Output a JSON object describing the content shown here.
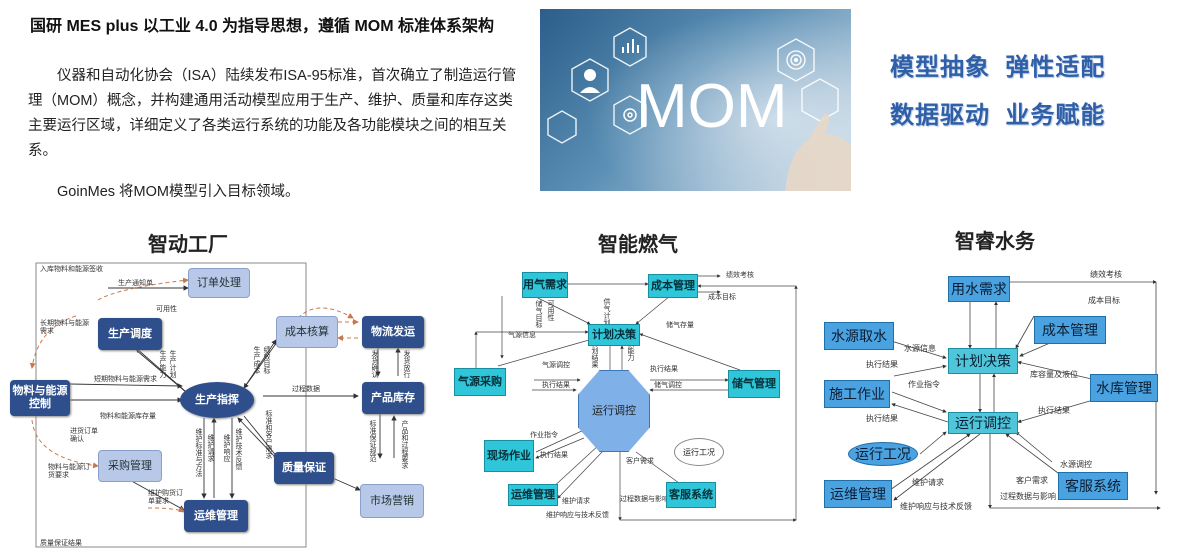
{
  "header": {
    "title": "国研 MES plus 以工业 4.0 为指导思想，遵循 MOM 标准体系架构",
    "paragraph1": "仪器和自动化协会（ISA）陆续发布ISA-95标准，首次确立了制造运行管理（MOM）概念，并构建通用活动模型应用于生产、维护、质量和库存这类主要运行区域，详细定义了各类运行系统的功能及各功能模块之间的相互关系。",
    "paragraph2": "GoinMes 将MOM模型引入目标领域。"
  },
  "photo": {
    "text": "MOM"
  },
  "slogans": {
    "line1": "模型抽象  弹性适配",
    "line2": "数据驱动  业务赋能"
  },
  "colors": {
    "slogan": "#2e5fa8",
    "factory_dark": "#2f4f8c",
    "factory_light": "#b8c8e8",
    "gas_teal": "#2ec6d8",
    "water_blue": "#4aa3e0",
    "arrow_orange": "#c8784a"
  },
  "factory": {
    "title": "智动工厂",
    "top_note": "入库物料和能源签收",
    "bottom_note": "质量保证结果",
    "nodes": {
      "order": "订单处理",
      "schedule": "生产调度",
      "cost": "成本核算",
      "logistics": "物流发运",
      "energy": "物料与能源控制",
      "dispatch": "生产指挥",
      "inventory": "产品库存",
      "purchase": "采购管理",
      "quality": "质量保证",
      "maintenance": "运维管理",
      "market": "市场营销"
    },
    "labels": {
      "l1": "生产通知单",
      "l2": "可用性",
      "l3": "长期物料与能源需求",
      "l4": "生产能力",
      "l5": "生产计划",
      "l6": "生产成本",
      "l7": "绩效目标",
      "l8": "短期物料与能源需求",
      "l9": "物料和能源库存量",
      "l10": "过程数据",
      "l11": "进货订单确认",
      "l12": "物料与能源订货要求",
      "l13": "维护标准与方法",
      "l14": "维护请求",
      "l15": "维护响应",
      "l16": "维护技术反馈",
      "l17": "维护购货订单要求",
      "l18": "标准和客户需求",
      "l19": "发货确认",
      "l20": "发货放行",
      "l21": "标准保证规范",
      "l22": "产品和过程要求",
      "l23": "质量保证结果"
    }
  },
  "gas": {
    "title": "智能燃气",
    "nodes": {
      "demand": "用气需求",
      "cost": "成本管理",
      "plan": "计划决策",
      "purchase": "气源采购",
      "storage": "储气管理",
      "dispatch": "运行调控",
      "field": "现场作业",
      "status": "运行工况",
      "maintenance": "运维管理",
      "service": "客服系统"
    },
    "labels": {
      "l1": "绩效考核",
      "l2": "成本目标",
      "l3": "供气计划",
      "l4": "储气存量",
      "l5": "可用性",
      "l6": "储气目标",
      "l7": "气源信息",
      "l8": "气源调控",
      "l9": "执行结果",
      "l10": "执行结果",
      "l11": "储气调控",
      "l12": "作业指令",
      "l13": "执行结果",
      "l14": "客户需求",
      "l15": "维护请求",
      "l16": "过程数据与影响",
      "l17": "维护响应与技术反馈",
      "l18": "计划结果",
      "l19": "供能力"
    }
  },
  "water": {
    "title": "智睿水务",
    "nodes": {
      "demand": "用水需求",
      "source": "水源取水",
      "cost": "成本管理",
      "plan": "计划决策",
      "construction": "施工作业",
      "reservoir": "水库管理",
      "dispatch": "运行调控",
      "status": "运行工况",
      "maintenance": "运维管理",
      "service": "客服系统"
    },
    "labels": {
      "l1": "绩效考核",
      "l2": "成本目标",
      "l3": "水源信息",
      "l4": "执行结果",
      "l5": "作业指令",
      "l6": "执行结果",
      "l7": "库容量及液位",
      "l8": "执行结果",
      "l9": "水源调控",
      "l10": "维护请求",
      "l11": "客户需求",
      "l12": "过程数据与影响",
      "l13": "维护响应与技术反馈"
    }
  }
}
